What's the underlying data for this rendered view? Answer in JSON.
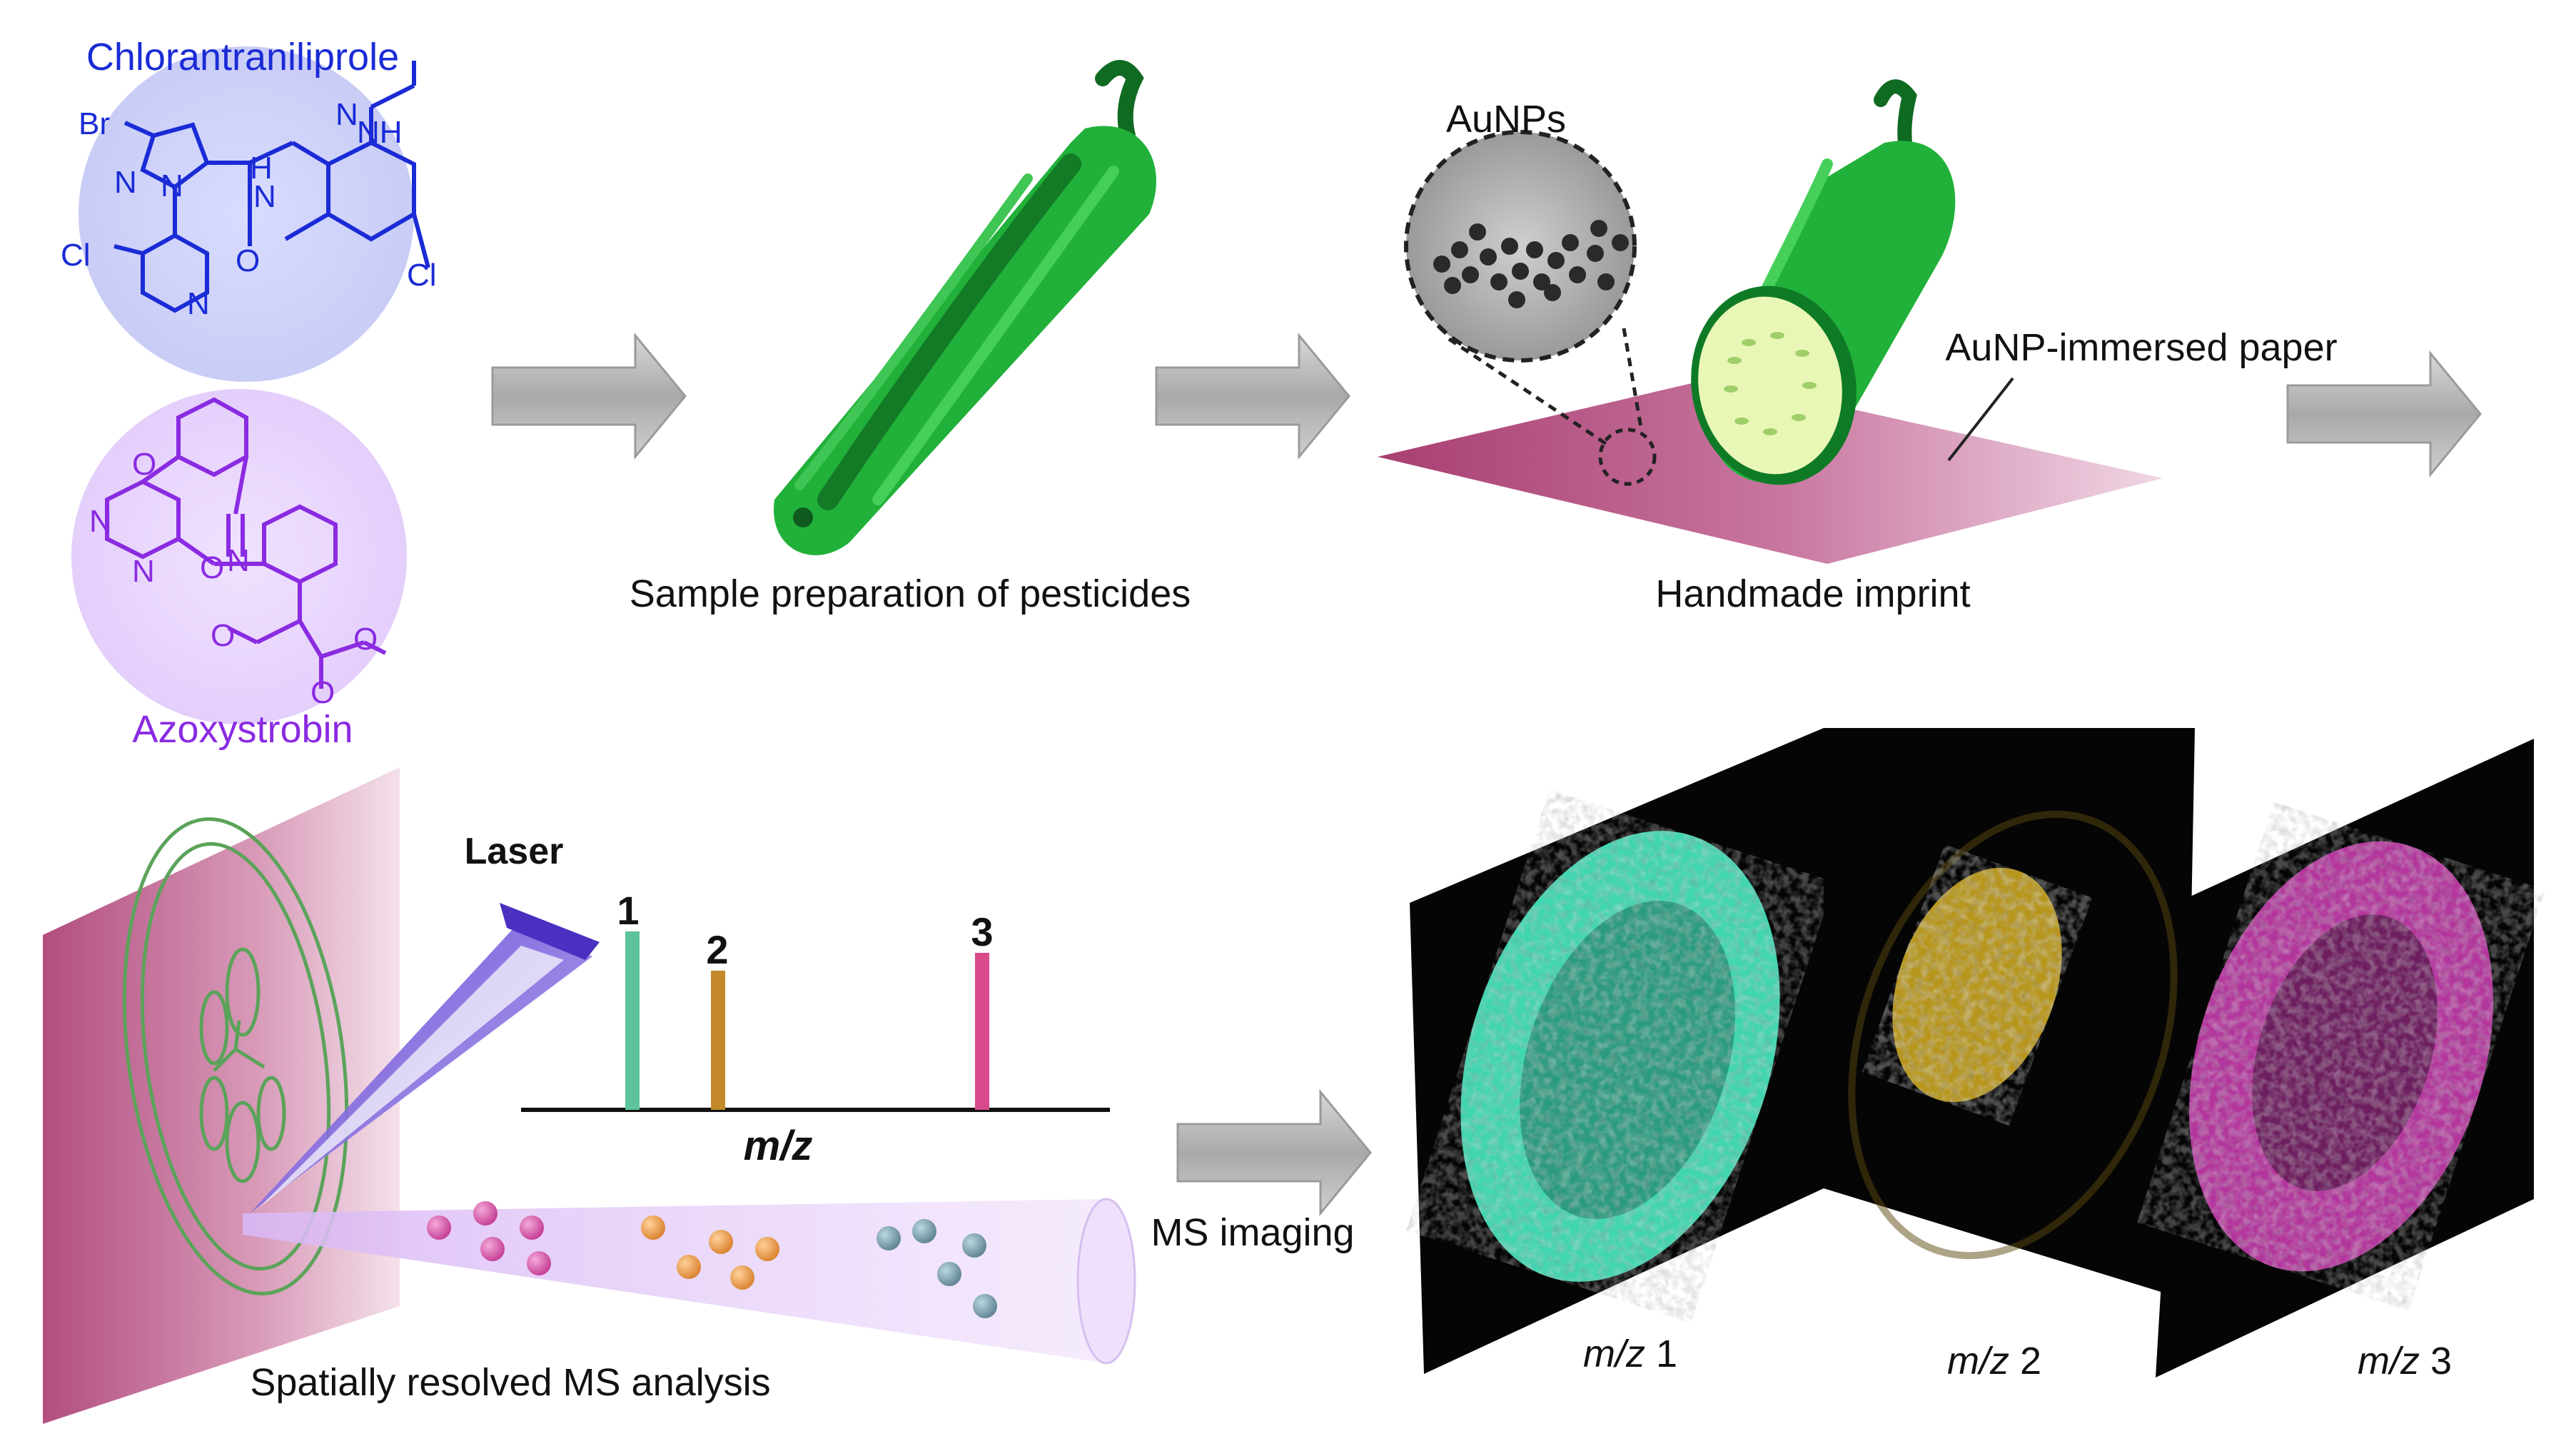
{
  "compounds": {
    "top_name": "Chlorantraniliprole",
    "bottom_name": "Azoxystrobin",
    "top_color": "#1a2bd6",
    "bottom_color": "#8a2be2",
    "atoms_top": [
      "Br",
      "N",
      "N",
      "N",
      "Cl",
      "O",
      "H",
      "N",
      "NH",
      "Cl",
      "N"
    ],
    "atoms_bottom": [
      "O",
      "N",
      "N",
      "N",
      "O",
      "O",
      "O",
      "O"
    ]
  },
  "steps": {
    "sample_prep": "Sample preparation of pesticides",
    "imprint": "Handmade imprint",
    "aunps": "AuNPs",
    "paper": "AuNP-immersed paper",
    "laser": "Laser",
    "ms_analysis": "Spatially resolved MS analysis",
    "ms_imaging": "MS imaging"
  },
  "spectrum": {
    "axis_label": "m/z",
    "peaks": [
      {
        "label": "1",
        "color": "#5cc39a"
      },
      {
        "label": "2",
        "color": "#c48a2a"
      },
      {
        "label": "3",
        "color": "#d94a8c"
      }
    ]
  },
  "images": [
    {
      "label_italic": "m/z",
      "label_num": "1",
      "color": "#3fd6b0"
    },
    {
      "label_italic": "m/z",
      "label_num": "2",
      "color": "#d8b020"
    },
    {
      "label_italic": "m/z",
      "label_num": "3",
      "color": "#d23fb8"
    }
  ],
  "colors": {
    "cucumber": "#22b33a",
    "cucumber_dark": "#137a26",
    "paper": "#b34d7e",
    "arrow": "#b8b8b8"
  }
}
